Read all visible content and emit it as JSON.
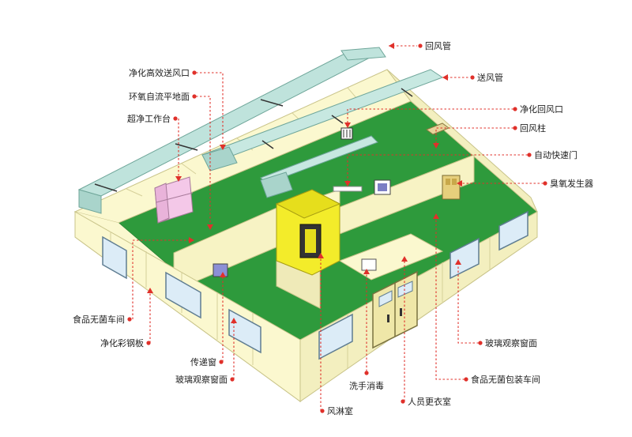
{
  "labels": {
    "return_duct": "回风管",
    "supply_duct": "送风管",
    "hepa_outlet": "净化高效送风口",
    "epoxy_floor": "环氧自流平地面",
    "clean_bench": "超净工作台",
    "return_outlet": "净化回风口",
    "return_column": "回风柱",
    "auto_door": "自动快速门",
    "ozone_generator": "臭氧发生器",
    "food_workshop": "食品无菌车间",
    "color_steel_panel": "净化彩钢板",
    "pass_box": "传递窗",
    "window_left": "玻璃观察窗面",
    "hand_wash": "洗手消毒",
    "air_shower": "风淋室",
    "changing_room": "人员更衣室",
    "packaging_workshop": "食品无菌包装车间",
    "window_right": "玻璃观察窗面"
  },
  "colors": {
    "floor": "#2e9a3c",
    "wall": "#fbf8cf",
    "wall_edge": "#c9c48a",
    "duct": "#bfe3dc",
    "duct_edge": "#6fa69a",
    "air_shower": "#f3ec2a",
    "leader": "#e0302a",
    "glass": "#dcecf7"
  }
}
